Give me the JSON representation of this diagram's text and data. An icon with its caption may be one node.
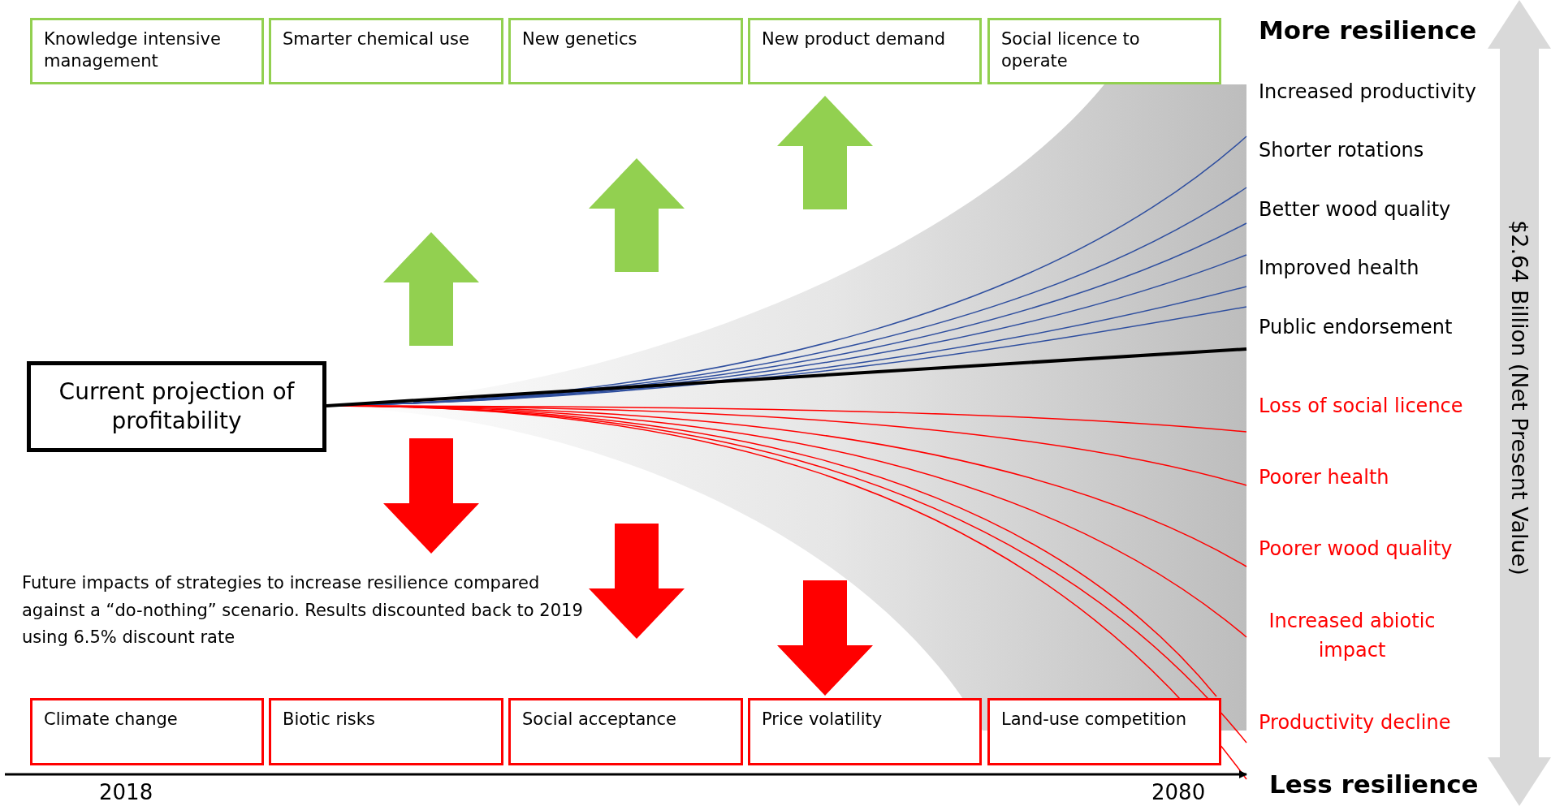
{
  "diagram": {
    "nodes": [
      {
        "text": [
          "Knowledge intensive management"
        ]
      },
      {
        "text": [
          "Smarter chemical use"
        ]
      },
      {
        "text": [
          "New genetics"
        ]
      },
      {
        "text": [
          "New product demand"
        ]
      },
      {
        "text": [
          "Social licence to operate"
        ]
      },
      {
        "text": [
          "Climate change"
        ]
      },
      {
        "text": [
          "Biotic risks"
        ]
      },
      {
        "text": [
          "Social acceptance"
        ]
      },
      {
        "text": [
          "Price volatility"
        ]
      },
      {
        "text": [
          "Land-use competition"
        ]
      },
      {
        "text": [
          "Current projection of profitability"
        ]
      }
    ],
    "labels": [
      "More resilience",
      "Increased productivity",
      "Shorter rotations",
      "Better wood quality",
      "Improved health",
      "Public endorsement",
      "Loss of social licence",
      "Poorer health",
      "Poorer wood quality",
      "Increased abiotic impact",
      "Productivity decline",
      "Less resilience",
      "$2.64 Billion (Net Present Value)",
      "Future impacts of strategies to increase resilience compared against a “do-nothing” scenario. Results discounted back to 2019 using 6.5% discount rate",
      "2018",
      "2080"
    ]
  }
}
